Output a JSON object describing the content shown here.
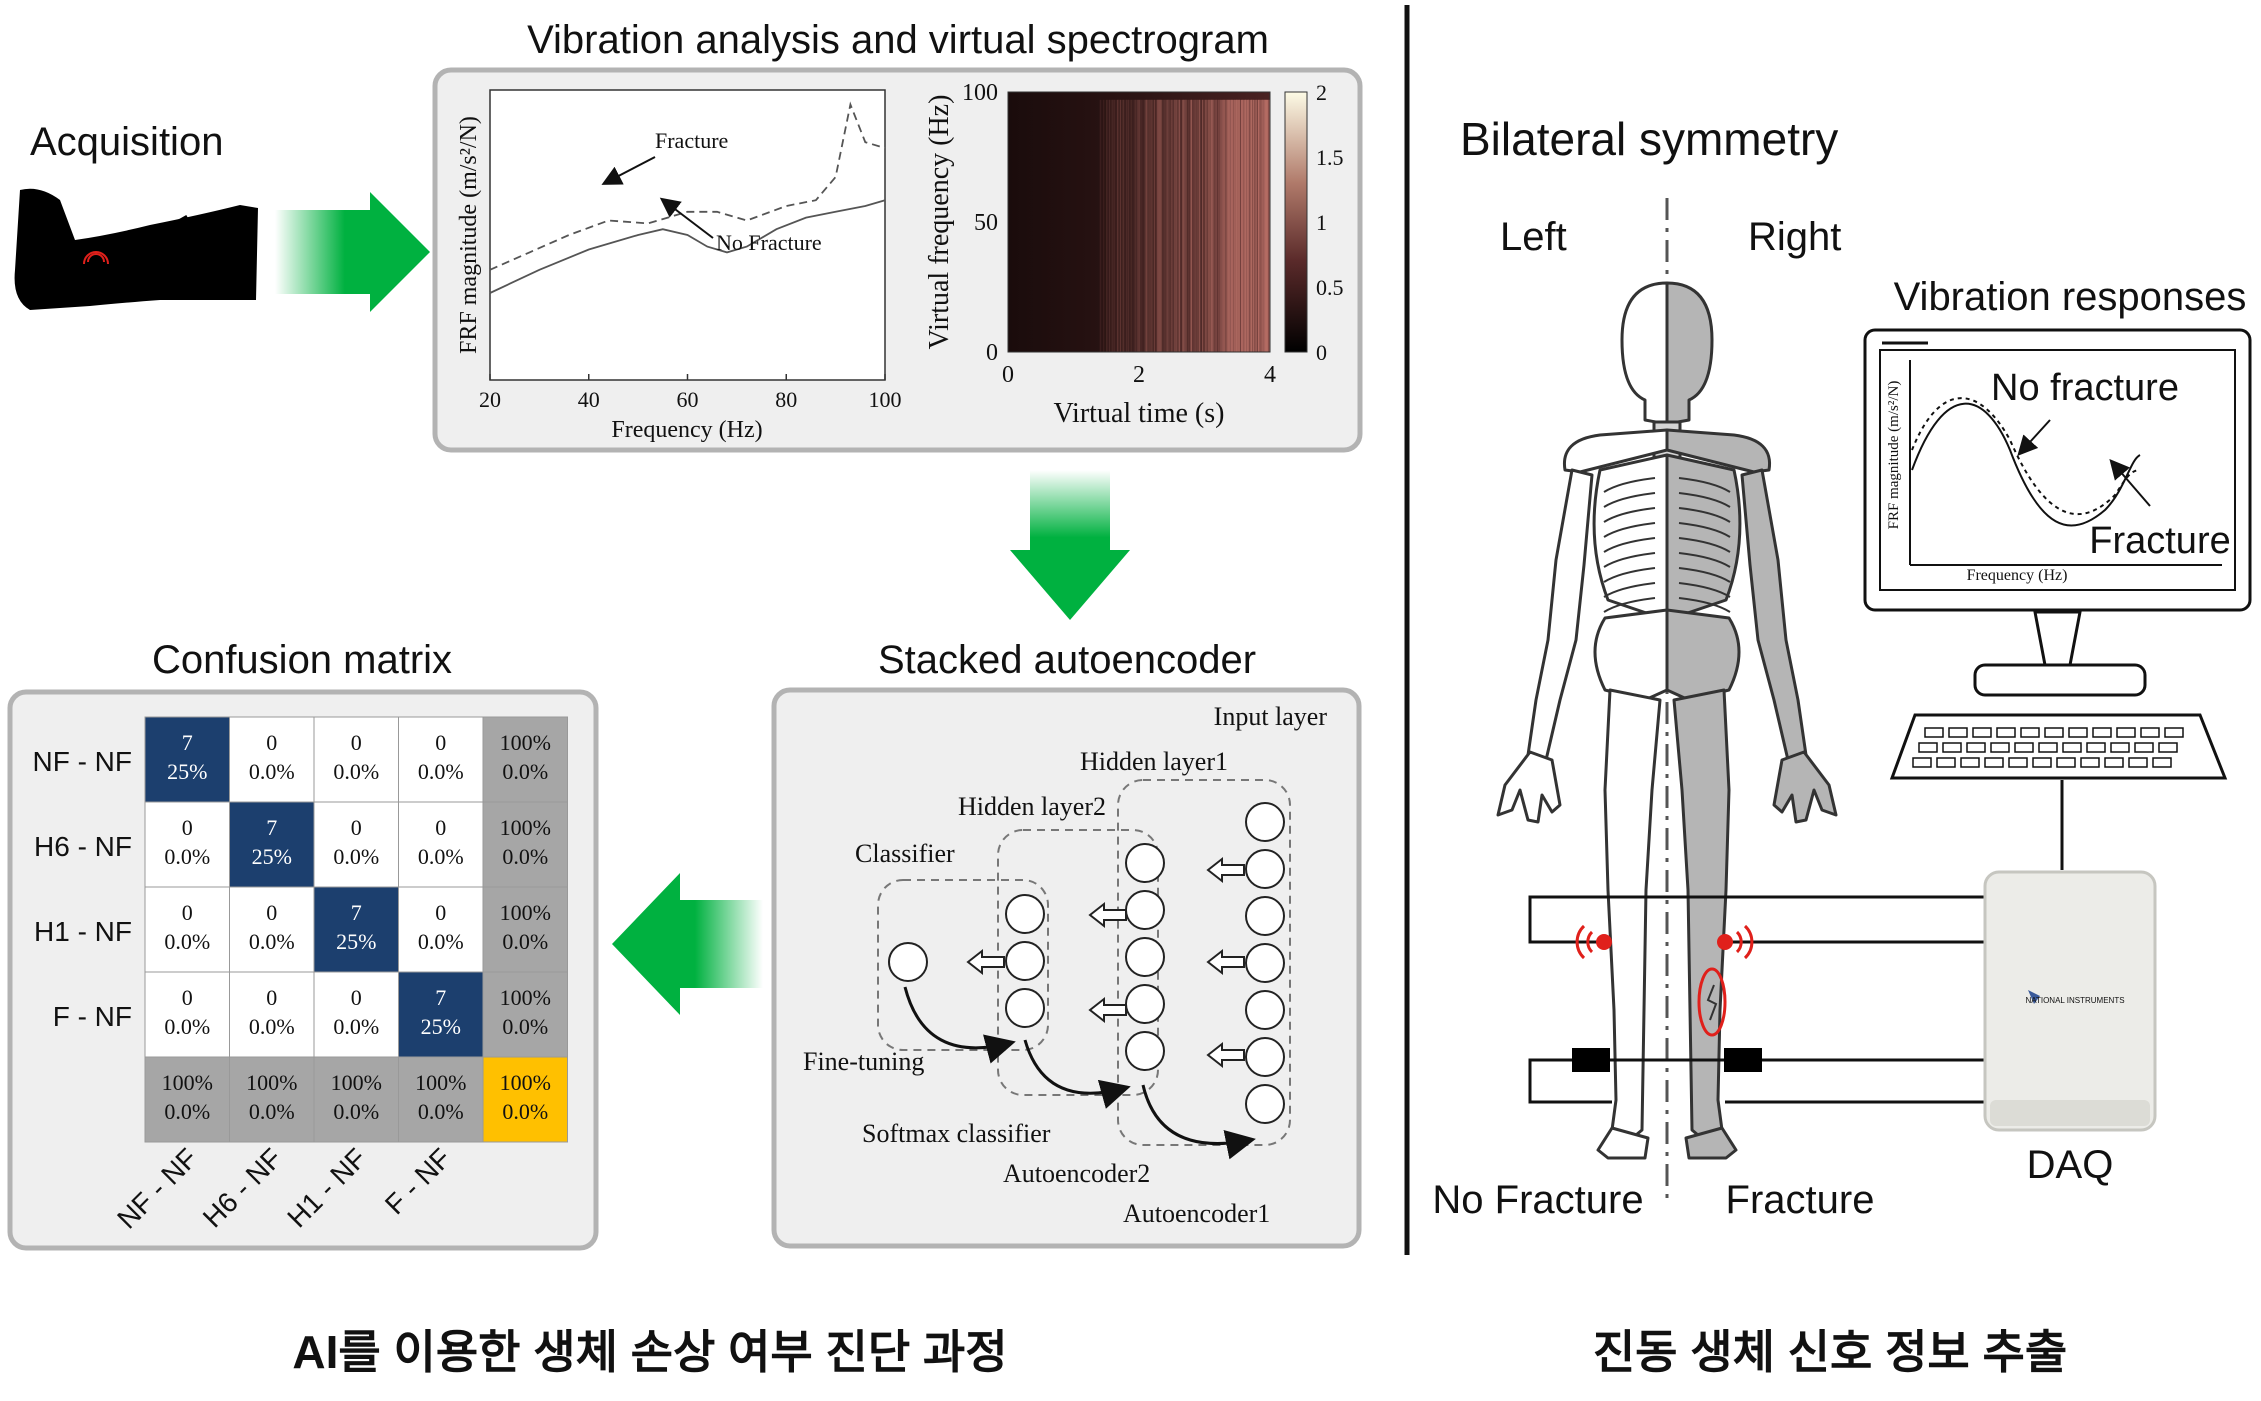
{
  "acquisition": {
    "label": "Acquisition"
  },
  "vibration": {
    "title": "Vibration analysis and virtual spectrogram",
    "frf_chart": {
      "type": "line",
      "xlabel": "Frequency (Hz)",
      "ylabel": "FRF magnitude (m/s²/N)",
      "xlim": [
        20,
        100
      ],
      "xticks": [
        "20",
        "40",
        "60",
        "80",
        "100"
      ],
      "annotations": [
        "Fracture",
        "No Fracture"
      ],
      "series": [
        {
          "name": "Fracture",
          "style": "dashed",
          "x": [
            20,
            28,
            36,
            44,
            52,
            60,
            66,
            72,
            80,
            86,
            90,
            93,
            96,
            100
          ],
          "y": [
            0.38,
            0.44,
            0.5,
            0.55,
            0.54,
            0.58,
            0.58,
            0.55,
            0.6,
            0.62,
            0.7,
            0.95,
            0.82,
            0.8
          ]
        },
        {
          "name": "No Fracture",
          "style": "solid",
          "x": [
            20,
            30,
            40,
            50,
            55,
            60,
            64,
            68,
            72,
            78,
            84,
            90,
            96,
            100
          ],
          "y": [
            0.3,
            0.38,
            0.45,
            0.5,
            0.52,
            0.5,
            0.46,
            0.44,
            0.46,
            0.52,
            0.56,
            0.58,
            0.6,
            0.62
          ]
        }
      ]
    },
    "spectrogram": {
      "type": "heatmap",
      "xlabel": "Virtual time (s)",
      "ylabel": "Virtual frequency (Hz)",
      "xticks": [
        "0",
        "2",
        "4"
      ],
      "yticks": [
        "0",
        "50",
        "100"
      ],
      "colorbar_ticks": [
        "0",
        "0.5",
        "1",
        "1.5",
        "2"
      ]
    }
  },
  "autoencoder": {
    "title": "Stacked autoencoder",
    "labels": {
      "input_layer": "Input layer",
      "hidden_layer1": "Hidden layer1",
      "hidden_layer2": "Hidden layer2",
      "classifier": "Classifier",
      "fine_tuning": "Fine-tuning",
      "softmax": "Softmax classifier",
      "ae2": "Autoencoder2",
      "ae1": "Autoencoder1"
    }
  },
  "confusion": {
    "title": "Confusion matrix",
    "row_labels": [
      "NF - NF",
      "H6 - NF",
      "H1 - NF",
      "F - NF"
    ],
    "col_labels": [
      "NF - NF",
      "H6 - NF",
      "H1 - NF",
      "F - NF"
    ],
    "cells": [
      [
        [
          "7",
          "25%"
        ],
        [
          "0",
          "0.0%"
        ],
        [
          "0",
          "0.0%"
        ],
        [
          "0",
          "0.0%"
        ],
        [
          "100%",
          "0.0%"
        ]
      ],
      [
        [
          "0",
          "0.0%"
        ],
        [
          "7",
          "25%"
        ],
        [
          "0",
          "0.0%"
        ],
        [
          "0",
          "0.0%"
        ],
        [
          "100%",
          "0.0%"
        ]
      ],
      [
        [
          "0",
          "0.0%"
        ],
        [
          "0",
          "0.0%"
        ],
        [
          "7",
          "25%"
        ],
        [
          "0",
          "0.0%"
        ],
        [
          "100%",
          "0.0%"
        ]
      ],
      [
        [
          "0",
          "0.0%"
        ],
        [
          "0",
          "0.0%"
        ],
        [
          "0",
          "0.0%"
        ],
        [
          "7",
          "25%"
        ],
        [
          "100%",
          "0.0%"
        ]
      ],
      [
        [
          "100%",
          "0.0%"
        ],
        [
          "100%",
          "0.0%"
        ],
        [
          "100%",
          "0.0%"
        ],
        [
          "100%",
          "0.0%"
        ],
        [
          "100%",
          "0.0%"
        ]
      ]
    ],
    "colors": {
      "diagonal": "#1c3f6e",
      "summary": "#a6a6a6",
      "total": "#ffc000",
      "off": "#ffffff"
    }
  },
  "right": {
    "title": "Bilateral symmetry",
    "left": "Left",
    "right": "Right",
    "no_fracture": "No Fracture",
    "fracture": "Fracture",
    "daq": "DAQ",
    "daq_brand": "NATIONAL INSTRUMENTS",
    "vib_title": "Vibration responses",
    "monitor": {
      "no_fracture": "No fracture",
      "fracture": "Fracture",
      "xlabel": "Frequency (Hz)",
      "ylabel": "FRF magnitude (m/s²/N)"
    }
  },
  "captions": {
    "left": "AI를 이용한 생체 손상 여부 진단 과정",
    "right": "진동 생체 신호 정보 추출"
  },
  "colors": {
    "arrow": "#00b140",
    "panel": "#efefef",
    "sensor": "#e0201b"
  }
}
